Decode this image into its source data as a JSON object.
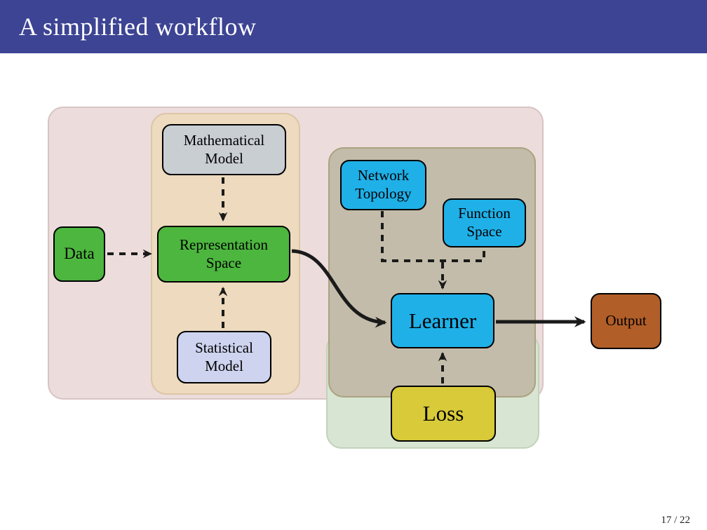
{
  "slide": {
    "title": "A simplified workflow",
    "page_indicator": "17 / 22"
  },
  "colors": {
    "titlebar_blue": "#3d4494",
    "title_text": "#ffffff",
    "group_pink": "#ecdcdc",
    "group_tan": "#eddabf",
    "group_khaki": "#c3bcaa",
    "group_green": "#d9e5d3",
    "node_green": "#4cb63e",
    "node_gray": "#c9ced3",
    "node_lavender": "#ced3ef",
    "node_cyan": "#1fb0e8",
    "node_yellow": "#d8ca39",
    "node_brown": "#b15e28",
    "arrow": "#1a1a1a"
  },
  "nodes": {
    "data": {
      "label": "Data",
      "color": "#4cb63e"
    },
    "mathematical_model": {
      "line1": "Mathematical",
      "line2": "Model",
      "color": "#c9ced3"
    },
    "representation_space": {
      "line1": "Representation",
      "line2": "Space",
      "color": "#4cb63e"
    },
    "statistical_model": {
      "line1": "Statistical",
      "line2": "Model",
      "color": "#ced3ef"
    },
    "network_topology": {
      "line1": "Network",
      "line2": "Topology",
      "color": "#1fb0e8"
    },
    "function_space": {
      "line1": "Function",
      "line2": "Space",
      "color": "#1fb0e8"
    },
    "learner": {
      "label": "Learner",
      "color": "#1fb0e8"
    },
    "loss": {
      "label": "Loss",
      "color": "#d8ca39"
    },
    "output": {
      "label": "Output",
      "color": "#b15e28"
    }
  },
  "edges": [
    {
      "from": "data",
      "to": "representation_space",
      "style": "dashed"
    },
    {
      "from": "mathematical_model",
      "to": "representation_space",
      "style": "dashed"
    },
    {
      "from": "statistical_model",
      "to": "representation_space",
      "style": "dashed"
    },
    {
      "from": "network_topology",
      "to": "learner",
      "style": "dashed"
    },
    {
      "from": "function_space",
      "to": "learner",
      "style": "dashed"
    },
    {
      "from": "representation_space",
      "to": "learner",
      "style": "solid"
    },
    {
      "from": "loss",
      "to": "learner",
      "style": "dashed"
    },
    {
      "from": "learner",
      "to": "output",
      "style": "solid"
    }
  ]
}
